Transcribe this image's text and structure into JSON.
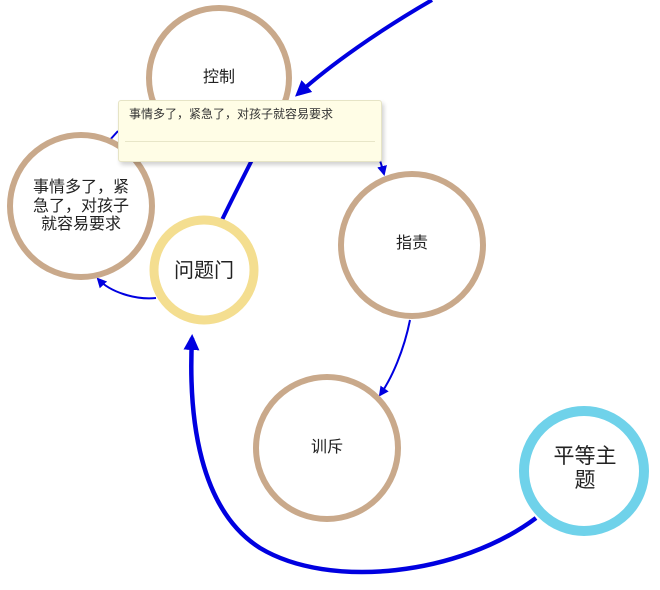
{
  "nodes": {
    "control": {
      "label": "控制",
      "border_color": "#c9a98b"
    },
    "busy": {
      "label": "事情多了，紧急了，对孩子就容易要求",
      "border_color": "#c9a98b"
    },
    "problem_door": {
      "label": "问题门",
      "border_color": "#f4de90"
    },
    "blame": {
      "label": "指责",
      "border_color": "#c9a98b"
    },
    "scold": {
      "label": "训斥",
      "border_color": "#c9a98b"
    },
    "equality_theme": {
      "label": "平等主题",
      "border_color": "#6fd2ea"
    }
  },
  "tooltip": {
    "text": "事情多了，紧急了，对孩子就容易要求"
  },
  "colors": {
    "connector": "#0000e0",
    "tooltip_bg": "#fffde6"
  }
}
